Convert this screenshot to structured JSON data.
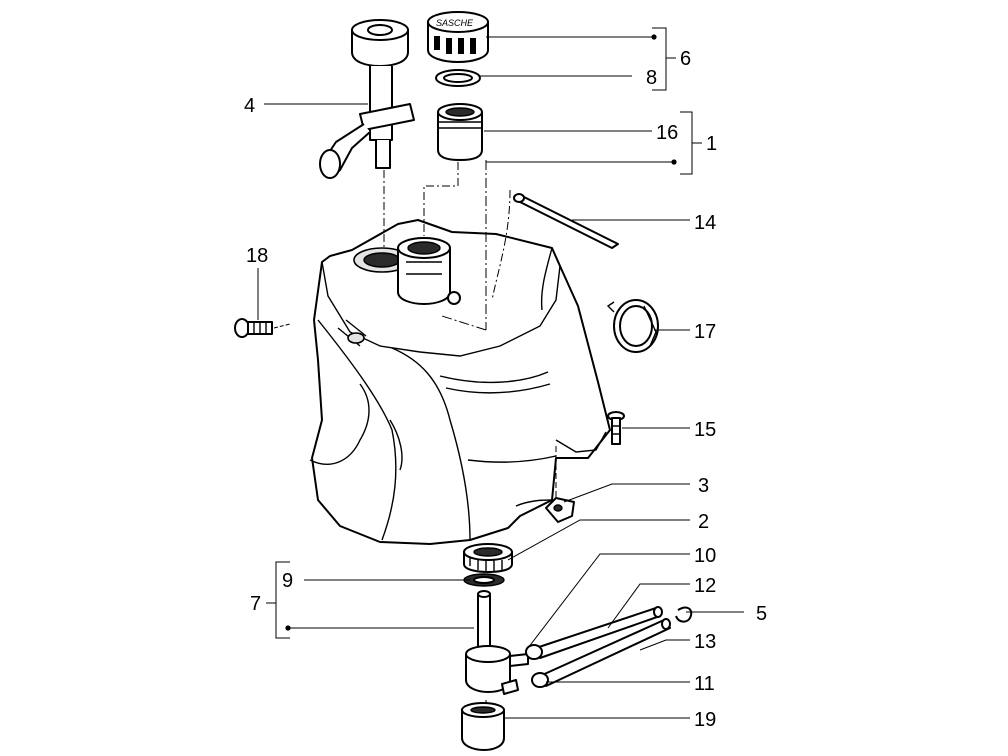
{
  "callouts": [
    {
      "id": "c4",
      "label": "4"
    },
    {
      "id": "c6",
      "label": "6"
    },
    {
      "id": "c8",
      "label": "8"
    },
    {
      "id": "c16",
      "label": "16"
    },
    {
      "id": "c1",
      "label": "1"
    },
    {
      "id": "c14",
      "label": "14"
    },
    {
      "id": "c18",
      "label": "18"
    },
    {
      "id": "c17",
      "label": "17"
    },
    {
      "id": "c15",
      "label": "15"
    },
    {
      "id": "c3",
      "label": "3"
    },
    {
      "id": "c2",
      "label": "2"
    },
    {
      "id": "c10",
      "label": "10"
    },
    {
      "id": "c12",
      "label": "12"
    },
    {
      "id": "c9",
      "label": "9"
    },
    {
      "id": "c7",
      "label": "7"
    },
    {
      "id": "c5",
      "label": "5"
    },
    {
      "id": "c13",
      "label": "13"
    },
    {
      "id": "c11",
      "label": "11"
    },
    {
      "id": "c19",
      "label": "19"
    }
  ]
}
